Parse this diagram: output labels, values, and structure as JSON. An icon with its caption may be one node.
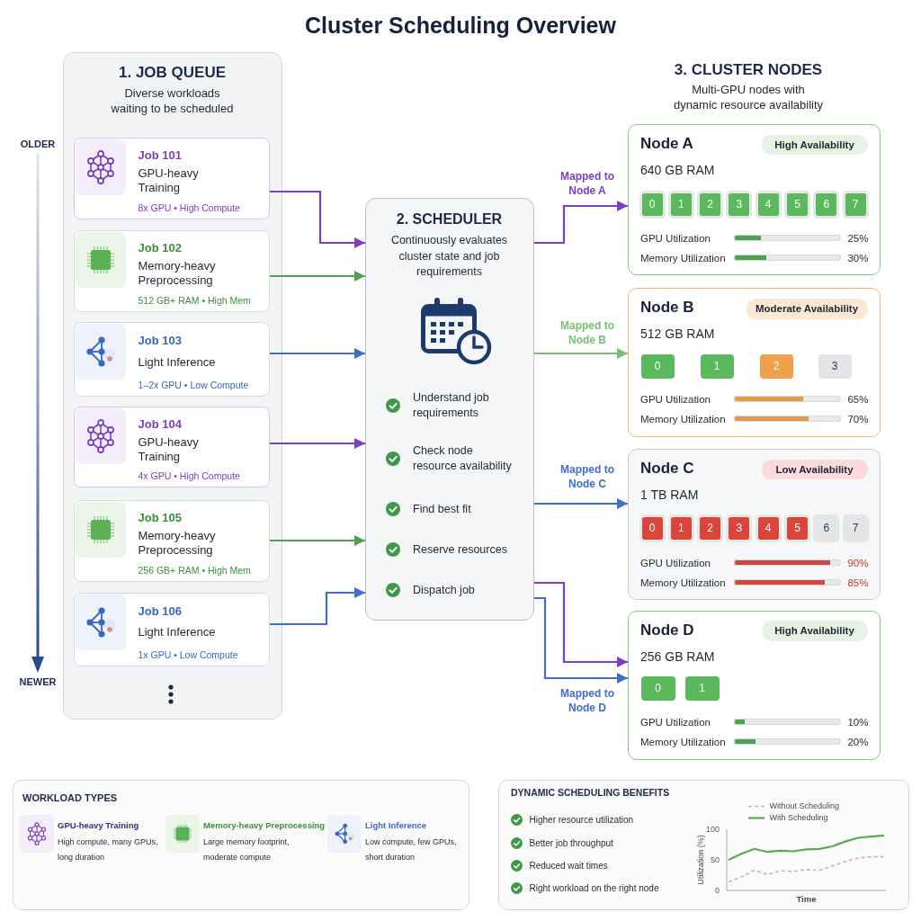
{
  "diagram": {
    "title": "Cluster Scheduling Overview",
    "nodes": [
      {
        "text": [
          "1. JOB QUEUE",
          "Diverse workloads waiting to be scheduled"
        ]
      },
      {
        "text": [
          "Job 101",
          "GPU-heavy Training",
          "8x GPU • High Compute"
        ],
        "in": 0
      },
      {
        "text": [
          "Job 102",
          "Memory-heavy Preprocessing",
          "512 GB+ RAM • High Mem"
        ],
        "in": 0
      },
      {
        "text": [
          "Job 103",
          "Light Inference",
          "1–2x GPU • Low Compute"
        ],
        "in": 0
      },
      {
        "text": [
          "Job 104",
          "GPU-heavy Training",
          "4x GPU • High Compute"
        ],
        "in": 0
      },
      {
        "text": [
          "Job 105",
          "Memory-heavy Preprocessing",
          "256 GB+ RAM • High Mem"
        ],
        "in": 0
      },
      {
        "text": [
          "Job 106",
          "Light Inference",
          "1x GPU • Low Compute"
        ],
        "in": 0
      },
      {
        "text": [
          "2. SCHEDULER",
          "Continuously evaluates cluster state and job requirements",
          "Understand job requirements",
          "Check node resource availability",
          "Find best fit",
          "Reserve resources",
          "Dispatch job"
        ]
      },
      {
        "text": [
          "Node A",
          "640 GB RAM",
          "GPU Utilization",
          "25%",
          "Memory Utilization",
          "30%"
        ]
      },
      {
        "text": [
          "High Availability"
        ],
        "in": 8
      },
      {
        "text": [
          "0"
        ],
        "in": 8
      },
      {
        "text": [
          "1"
        ],
        "in": 8
      },
      {
        "text": [
          "2"
        ],
        "in": 8
      },
      {
        "text": [
          "3"
        ],
        "in": 8
      },
      {
        "text": [
          "4"
        ],
        "in": 8
      },
      {
        "text": [
          "5"
        ],
        "in": 8
      },
      {
        "text": [
          "6"
        ],
        "in": 8
      },
      {
        "text": [
          "7"
        ],
        "in": 8
      },
      {
        "text": [
          "Node B",
          "512 GB RAM",
          "GPU Utilization",
          "65%",
          "Memory Utilization",
          "70%"
        ]
      },
      {
        "text": [
          "Moderate Availability"
        ],
        "in": 18
      },
      {
        "text": [
          "0"
        ],
        "in": 18
      },
      {
        "text": [
          "1"
        ],
        "in": 18
      },
      {
        "text": [
          "2"
        ],
        "in": 18
      },
      {
        "text": [
          "3"
        ],
        "in": 18
      },
      {
        "text": [
          "Node C",
          "1 TB RAM",
          "GPU Utilization",
          "90%",
          "Memory Utilization",
          "85%"
        ]
      },
      {
        "text": [
          "Low Availability"
        ],
        "in": 24
      },
      {
        "text": [
          "0"
        ],
        "in": 24
      },
      {
        "text": [
          "1"
        ],
        "in": 24
      },
      {
        "text": [
          "2"
        ],
        "in": 24
      },
      {
        "text": [
          "3"
        ],
        "in": 24
      },
      {
        "text": [
          "4"
        ],
        "in": 24
      },
      {
        "text": [
          "5"
        ],
        "in": 24
      },
      {
        "text": [
          "6"
        ],
        "in": 24
      },
      {
        "text": [
          "7"
        ],
        "in": 24
      },
      {
        "text": [
          "Node D",
          "256 GB RAM",
          "GPU Utilization",
          "10%",
          "Memory Utilization",
          "20%"
        ]
      },
      {
        "text": [
          "High Availability"
        ],
        "in": 34
      },
      {
        "text": [
          "0"
        ],
        "in": 34
      },
      {
        "text": [
          "1"
        ],
        "in": 34
      },
      {
        "text": [
          "WORKLOAD TYPES",
          "GPU-heavy Training",
          "High compute, many GPUs, long duration",
          "Memory-heavy Preprocessing",
          "Large memory footprint, moderate compute",
          "Light Inference",
          "Low compute, few GPUs, short duration"
        ]
      },
      {
        "text": [
          "DYNAMIC SCHEDULING BENEFITS",
          "Higher resource utilization",
          "Better job throughput",
          "Reduced wait times",
          "Right workload on the right node"
        ]
      }
    ],
    "edges": [
      {
        "from": 1,
        "to": 7,
        "arrow": "to",
        "color": "#7b3fc4"
      },
      {
        "from": 2,
        "to": 7,
        "arrow": "to",
        "color": "#4fa24a"
      },
      {
        "from": 3,
        "to": 7,
        "arrow": "to",
        "color": "#3f6fc6"
      },
      {
        "from": 4,
        "to": 7,
        "arrow": "to",
        "color": "#7b3fc4"
      },
      {
        "from": 5,
        "to": 7,
        "arrow": "to",
        "color": "#4fa24a"
      },
      {
        "from": 6,
        "to": 7,
        "arrow": "to",
        "color": "#3f6fc6"
      },
      {
        "from": 7,
        "to": 8,
        "arrow": "to",
        "label": "Mapped to Node A",
        "color": "#7b3fc4"
      },
      {
        "from": 7,
        "to": 18,
        "arrow": "to",
        "label": "Mapped to Node B",
        "color": "#78bf73"
      },
      {
        "from": 7,
        "to": 24,
        "arrow": "to",
        "label": "Mapped to Node C",
        "color": "#3f6fc6"
      },
      {
        "from": 7,
        "to": 34,
        "arrow": "to",
        "color": "#7b3fc4"
      },
      {
        "from": 7,
        "to": 34,
        "arrow": "to",
        "label": "Mapped to Node D",
        "color": "#3f6fc6"
      }
    ],
    "labels": [
      "3. CLUSTER NODES",
      "Multi-GPU nodes with dynamic resource availability",
      "OLDER",
      "NEWER"
    ],
    "chart_data": {
      "type": "line",
      "xlabel": "Time",
      "ylabel": "Utilization (%)",
      "ylim": [
        0,
        100
      ],
      "yticks": [
        0,
        50,
        100
      ],
      "legend": "top",
      "series": [
        {
          "name": "Without Scheduling",
          "color": "#b9b9b9",
          "line_style": "dashed",
          "values": [
            14,
            22,
            33,
            26,
            32,
            31,
            34,
            33,
            40,
            47,
            53,
            55,
            55
          ]
        },
        {
          "name": "With Scheduling",
          "color": "#5aaa52",
          "line_style": "solid",
          "values": [
            50,
            60,
            68,
            63,
            65,
            64,
            67,
            68,
            72,
            80,
            86,
            88,
            90
          ]
        }
      ]
    }
  }
}
